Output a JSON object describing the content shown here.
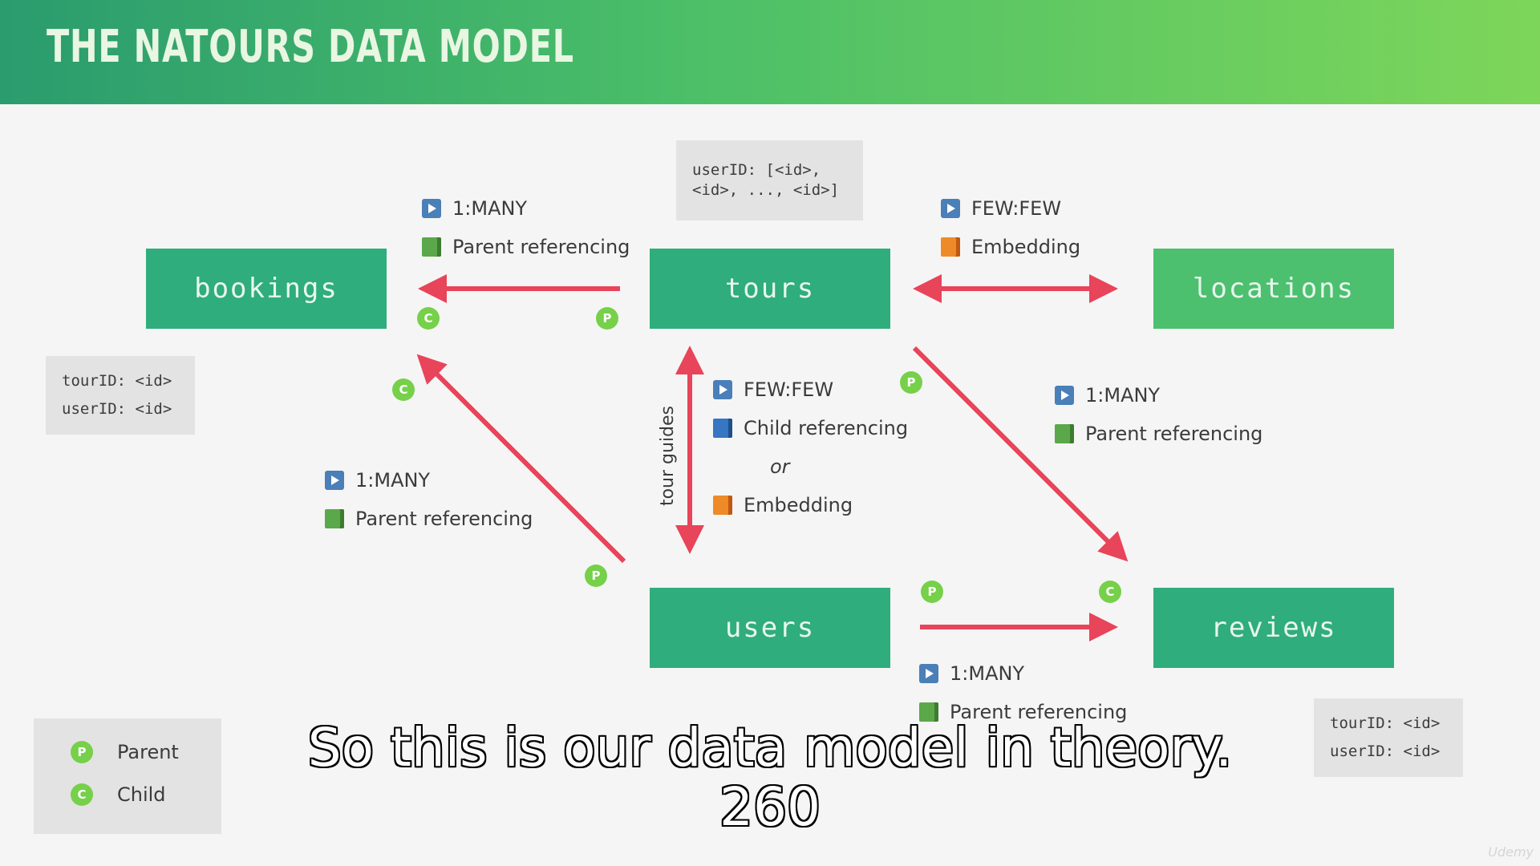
{
  "title": "THE NATOURS DATA MODEL",
  "nodes": {
    "bookings": "bookings",
    "tours": "tours",
    "locations": "locations",
    "users": "users",
    "reviews": "reviews"
  },
  "codeboxes": {
    "tours_user_ids": [
      "userID: [<id>,",
      "<id>, ..., <id>]"
    ],
    "bookings_fields": [
      "tourID: <id>",
      "userID: <id>"
    ],
    "reviews_fields": [
      "tourID: <id>",
      "userID: <id>"
    ]
  },
  "relationships": {
    "tours_bookings": {
      "type": "1:MANY",
      "method": "Parent referencing"
    },
    "tours_locations": {
      "type": "FEW:FEW",
      "method": "Embedding"
    },
    "tours_users": {
      "type": "FEW:FEW",
      "method": "Child referencing",
      "or": "or",
      "alt_method": "Embedding",
      "edge_label": "tour guides"
    },
    "tours_reviews": {
      "type": "1:MANY",
      "method": "Parent referencing"
    },
    "users_bookings": {
      "type": "1:MANY",
      "method": "Parent referencing"
    },
    "users_reviews": {
      "type": "1:MANY",
      "method": "Parent referencing"
    }
  },
  "badges": {
    "parent": "P",
    "child": "C"
  },
  "legend": {
    "parent": "Parent",
    "child": "Child"
  },
  "colors": {
    "node_dark": "#2fad7c",
    "node_light": "#4cc06f",
    "arrow": "#e8445a",
    "badge": "#76d04a"
  },
  "subtitle": {
    "line1": "So this is our data model in theory.",
    "line2": "260"
  },
  "watermark": "Udemy"
}
